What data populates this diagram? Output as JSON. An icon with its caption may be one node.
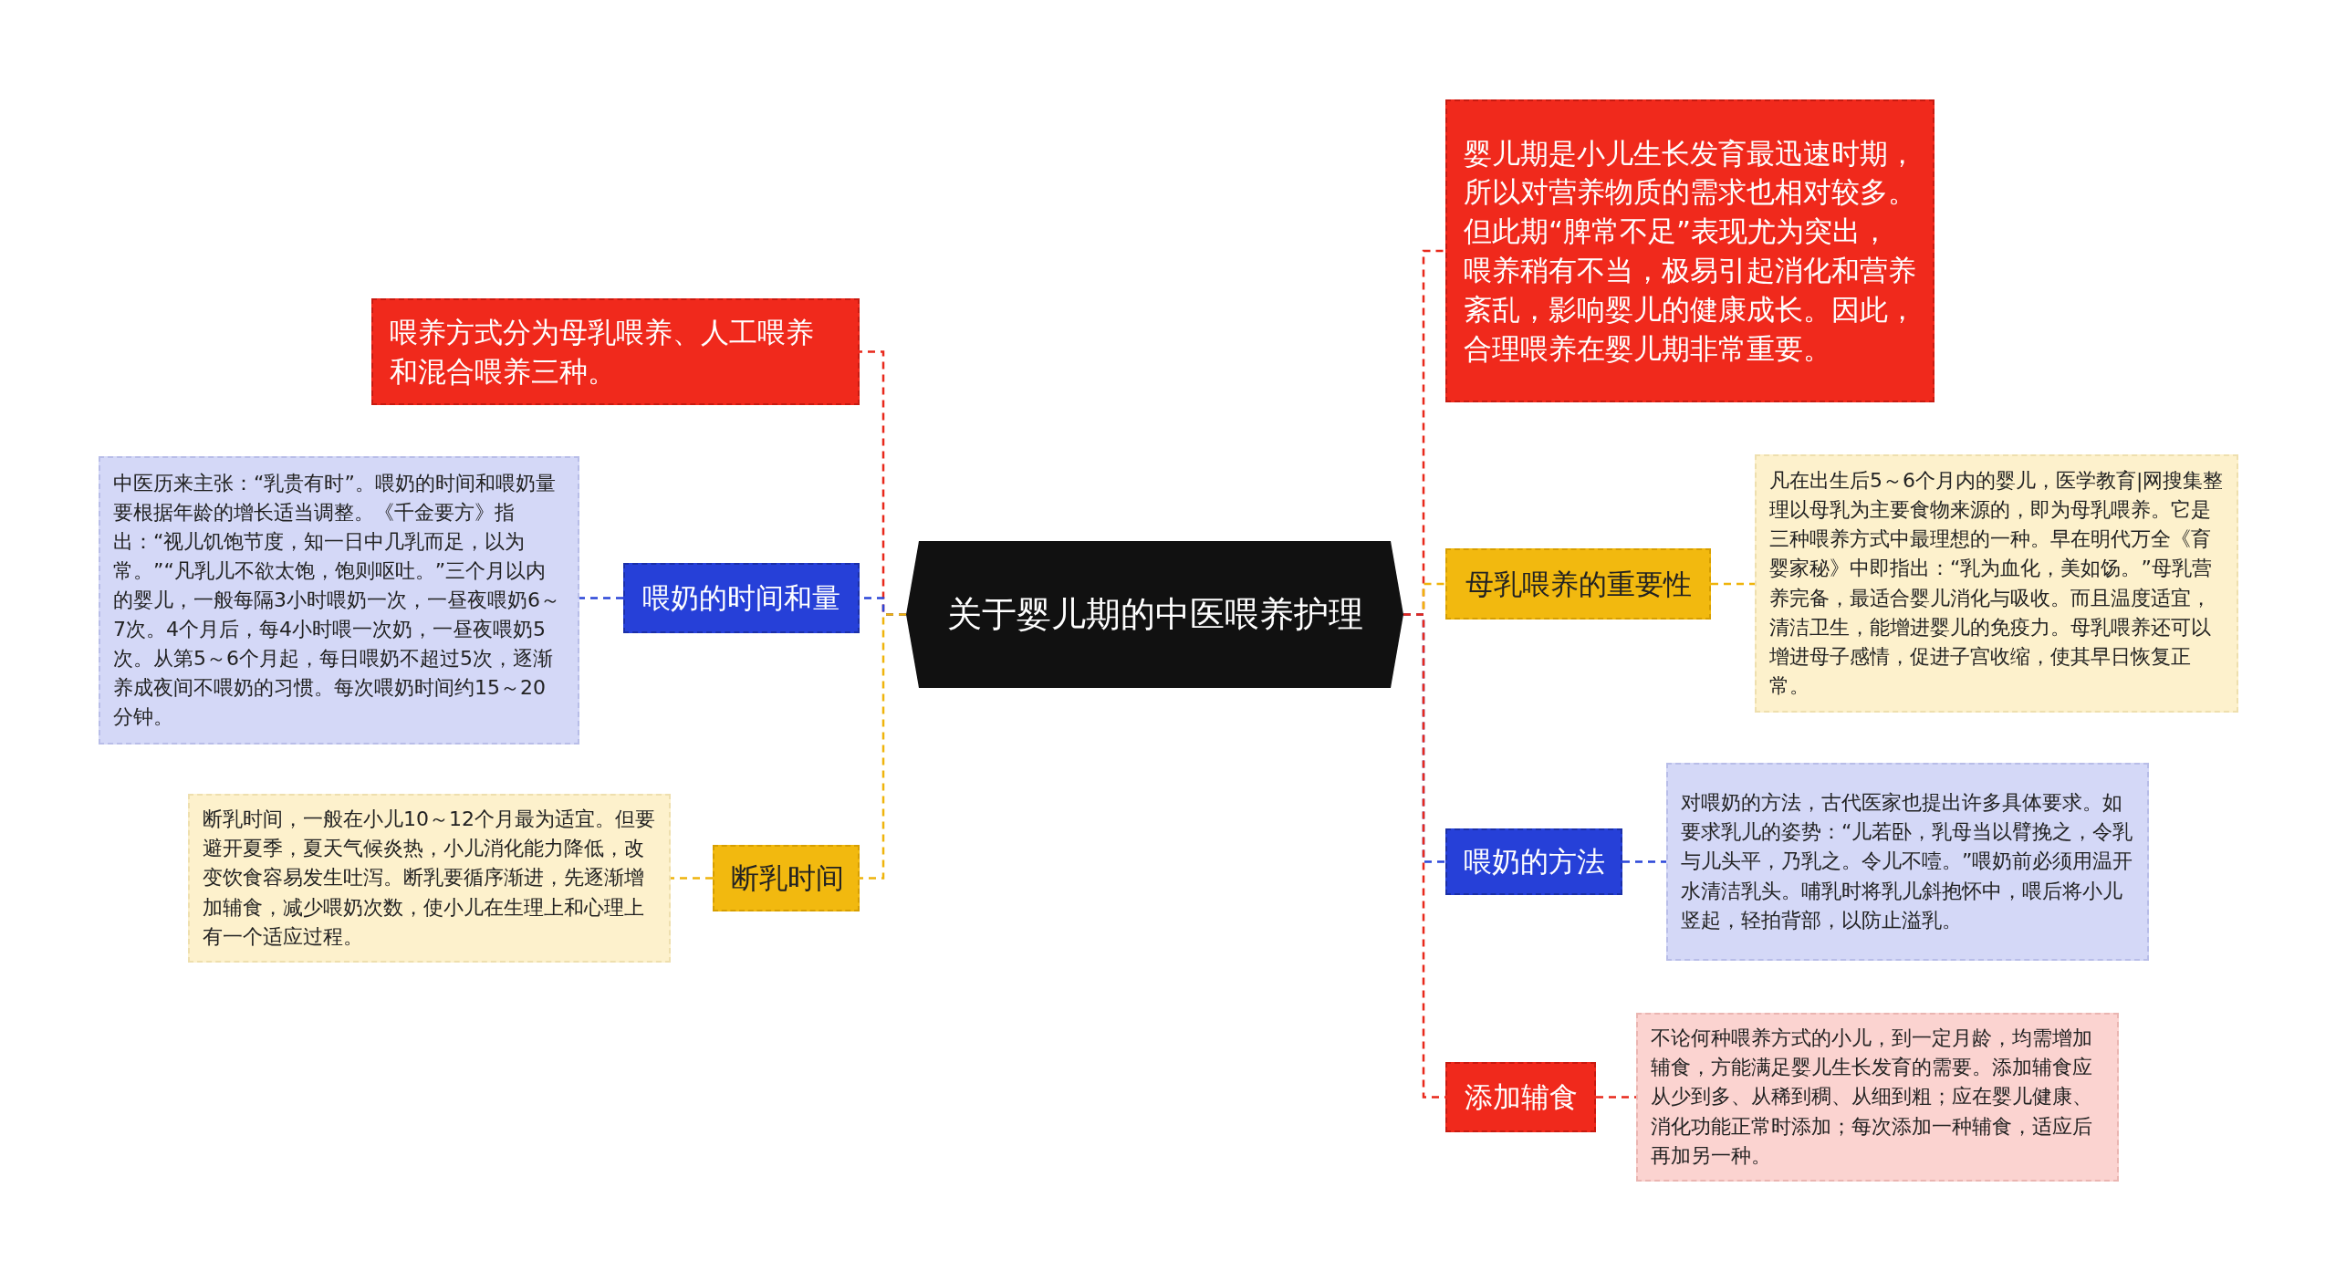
{
  "diagram": {
    "nodes": [
      {
        "text": [
          "关于婴儿期的中医喂养护理"
        ]
      },
      {
        "text": [
          "喂养方式分为母乳喂养、人工喂养和混合喂养三种。"
        ]
      },
      {
        "text": [
          "喂奶的时间和量"
        ]
      },
      {
        "text": [
          "中医历来主张：“乳贵有时”。喂奶的时间和喂奶量要根据年龄的增长适当调整。《千金要方》指出：“视儿饥饱节度，知一日中几乳而足，以为常。”“凡乳儿不欲太饱，饱则呕吐。”三个月以内的婴儿，一般每隔3小时喂奶一次，一昼夜喂奶6～7次。4个月后，每4小时喂一次奶，一昼夜喂奶5次。从第5～6个月起，每日喂奶不超过5次，逐渐养成夜间不喂奶的习惯。每次喂奶时间约15～20分钟。"
        ]
      },
      {
        "text": [
          "断乳时间"
        ]
      },
      {
        "text": [
          "断乳时间，一般在小儿10～12个月最为适宜。但要避开夏季，夏天气候炎热，小儿消化能力降低，改变饮食容易发生吐泻。断乳要循序渐进，先逐渐增加辅食，减少喂奶次数，使小儿在生理上和心理上有一个适应过程。"
        ]
      },
      {
        "text": [
          "婴儿期是小儿生长发育最迅速时期，所以对营养物质的需求也相对较多。但此期“脾常不足”表现尤为突出，喂养稍有不当，极易引起消化和营养紊乱，影响婴儿的健康成长。因此，合理喂养在婴儿期非常重要。"
        ]
      },
      {
        "text": [
          "母乳喂养的重要性"
        ]
      },
      {
        "text": [
          "凡在出生后5～6个月内的婴儿，医学教育|网搜集整理以母乳为主要食物来源的，即为母乳喂养。它是三种喂养方式中最理想的一种。早在明代万全《育婴家秘》中即指出：“乳为血化，美如饧。”母乳营养完备，最适合婴儿消化与吸收。而且温度适宜，清洁卫生，能增进婴儿的免疫力。母乳喂养还可以增进母子感情，促进子宫收缩，使其早日恢复正常。"
        ]
      },
      {
        "text": [
          "喂奶的方法"
        ]
      },
      {
        "text": [
          "对喂奶的方法，古代医家也提出许多具体要求。如要求乳儿的姿势：“儿若卧，乳母当以臂挽之，令乳与儿头平，乃乳之。令儿不噎。”喂奶前必须用温开水清洁乳头。哺乳时将乳儿斜抱怀中，喂后将小儿竖起，轻拍背部，以防止溢乳。"
        ]
      },
      {
        "text": [
          "添加辅食"
        ]
      },
      {
        "text": [
          "不论何种喂养方式的小儿，到一定月龄，均需增加辅食，方能满足婴儿生长发育的需要。添加辅食应从少到多、从稀到稠、从细到粗；应在婴儿健康、消化功能正常时添加；每次添加一种辅食，适应后再加另一种。"
        ]
      }
    ],
    "edges": [
      {
        "from": 0,
        "to": 1,
        "arrow": "none",
        "style": "dashed",
        "color": "#e8281b"
      },
      {
        "from": 0,
        "to": 2,
        "arrow": "none",
        "style": "dashed",
        "color": "#2a45d8"
      },
      {
        "from": 2,
        "to": 3,
        "arrow": "none",
        "style": "dashed",
        "color": "#2a45d8"
      },
      {
        "from": 0,
        "to": 4,
        "arrow": "none",
        "style": "dashed",
        "color": "#efb40c"
      },
      {
        "from": 4,
        "to": 5,
        "arrow": "none",
        "style": "dashed",
        "color": "#efb40c"
      },
      {
        "from": 0,
        "to": 6,
        "arrow": "none",
        "style": "dashed",
        "color": "#e8281b"
      },
      {
        "from": 0,
        "to": 7,
        "arrow": "none",
        "style": "dashed",
        "color": "#efb40c"
      },
      {
        "from": 7,
        "to": 8,
        "arrow": "none",
        "style": "dashed",
        "color": "#efb40c"
      },
      {
        "from": 0,
        "to": 9,
        "arrow": "none",
        "style": "dashed",
        "color": "#2a45d8"
      },
      {
        "from": 9,
        "to": 10,
        "arrow": "none",
        "style": "dashed",
        "color": "#2a45d8"
      },
      {
        "from": 0,
        "to": 11,
        "arrow": "none",
        "style": "dashed",
        "color": "#e8281b"
      },
      {
        "from": 11,
        "to": 12,
        "arrow": "none",
        "style": "dashed",
        "color": "#e8281b"
      }
    ]
  }
}
